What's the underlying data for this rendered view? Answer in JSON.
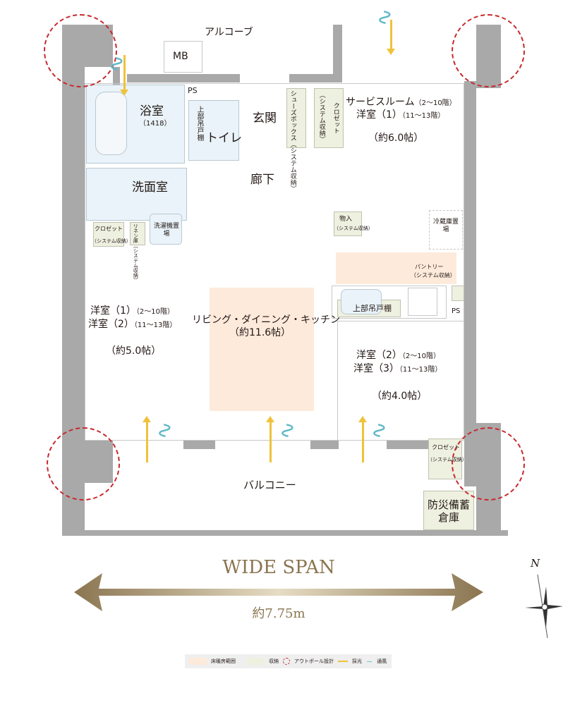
{
  "rooms": {
    "alcove": "アルコーブ",
    "mb": "MB",
    "ps1": "PS",
    "ps2": "PS",
    "bath": "浴室",
    "bath_size": "（1418）",
    "toilet": "トイレ",
    "upper_cabinet_toilet": "上部吊戸棚",
    "entrance": "玄関",
    "shoe_box": "シューズボックス（システム収納）",
    "closet_v": "クロゼット",
    "closet_v_sys": "（システム収納）",
    "service_room": "サービスルーム",
    "service_room_floors": "（2〜10階）",
    "service_room_alt": "洋室（1）",
    "service_room_alt_floors": "（11〜13階）",
    "service_room_size": "（約6.0帖）",
    "hall": "廊下",
    "washroom": "洗面室",
    "closet_left": "クロゼット",
    "closet_left_sys": "（システム収納）",
    "linen": "リネン庫（システム収納）",
    "washer": "洗濯機置場",
    "storage": "物入",
    "storage_sys": "（システム収納）",
    "fridge": "冷蔵庫置場",
    "pantry": "パントリー",
    "pantry_sys": "（システム収納）",
    "kitchen_cabinet": "上部吊戸棚",
    "west_room": "洋室（1）",
    "west_room_floors": "（2〜10階）",
    "west_room_alt": "洋室（2）",
    "west_room_alt_floors": "（11〜13階）",
    "west_room_size": "（約5.0帖）",
    "ldk": "リビング・ダイニング・キッチン",
    "ldk_size": "（約11.6帖）",
    "east_room": "洋室（2）",
    "east_room_floors": "（2〜10階）",
    "east_room_alt": "洋室（3）",
    "east_room_alt_floors": "（11〜13階）",
    "east_room_size": "（約4.0帖）",
    "closet_right": "クロゼット",
    "closet_right_sys": "（システム収納）",
    "balcony": "バルコニー",
    "disaster_storage": "防災備蓄倉庫"
  },
  "span": {
    "title": "WIDE SPAN",
    "width": "約7.75m"
  },
  "compass": {
    "north": "N"
  },
  "legend": [
    {
      "label": "床暖房範囲",
      "color": "#fdeadb"
    },
    {
      "label": "収納",
      "color": "#eef0e0"
    },
    {
      "label": "アウトポール設計",
      "color": "#c8282d"
    },
    {
      "label": "採光",
      "color": "#f0c23a"
    },
    {
      "label": "通風",
      "color": "#5fb8c8"
    }
  ]
}
